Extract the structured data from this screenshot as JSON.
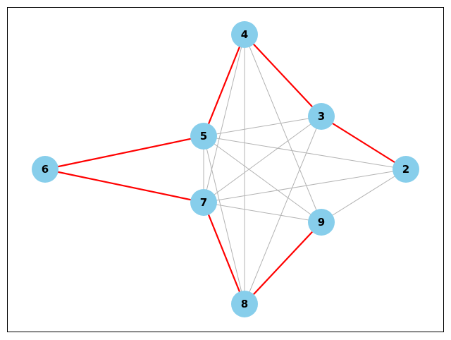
{
  "graph": {
    "node_color": "#87ceeb",
    "edge_color": "#b3b3b3",
    "highlight_color": "#ff0000",
    "nodes": [
      {
        "id": "2",
        "label": "2"
      },
      {
        "id": "3",
        "label": "3"
      },
      {
        "id": "4",
        "label": "4"
      },
      {
        "id": "5",
        "label": "5"
      },
      {
        "id": "6",
        "label": "6"
      },
      {
        "id": "7",
        "label": "7"
      },
      {
        "id": "8",
        "label": "8"
      },
      {
        "id": "9",
        "label": "9"
      }
    ],
    "edges": [
      {
        "source": "4",
        "target": "3",
        "highlighted": true
      },
      {
        "source": "3",
        "target": "2",
        "highlighted": true
      },
      {
        "source": "4",
        "target": "5",
        "highlighted": true
      },
      {
        "source": "5",
        "target": "6",
        "highlighted": true
      },
      {
        "source": "6",
        "target": "7",
        "highlighted": true
      },
      {
        "source": "7",
        "target": "8",
        "highlighted": true
      },
      {
        "source": "8",
        "target": "9",
        "highlighted": true
      },
      {
        "source": "4",
        "target": "7",
        "highlighted": false
      },
      {
        "source": "4",
        "target": "8",
        "highlighted": false
      },
      {
        "source": "4",
        "target": "9",
        "highlighted": false
      },
      {
        "source": "5",
        "target": "3",
        "highlighted": false
      },
      {
        "source": "5",
        "target": "2",
        "highlighted": false
      },
      {
        "source": "5",
        "target": "9",
        "highlighted": false
      },
      {
        "source": "5",
        "target": "7",
        "highlighted": false
      },
      {
        "source": "5",
        "target": "8",
        "highlighted": false
      },
      {
        "source": "7",
        "target": "3",
        "highlighted": false
      },
      {
        "source": "7",
        "target": "2",
        "highlighted": false
      },
      {
        "source": "7",
        "target": "9",
        "highlighted": false
      },
      {
        "source": "3",
        "target": "8",
        "highlighted": false
      },
      {
        "source": "2",
        "target": "9",
        "highlighted": false
      }
    ]
  }
}
